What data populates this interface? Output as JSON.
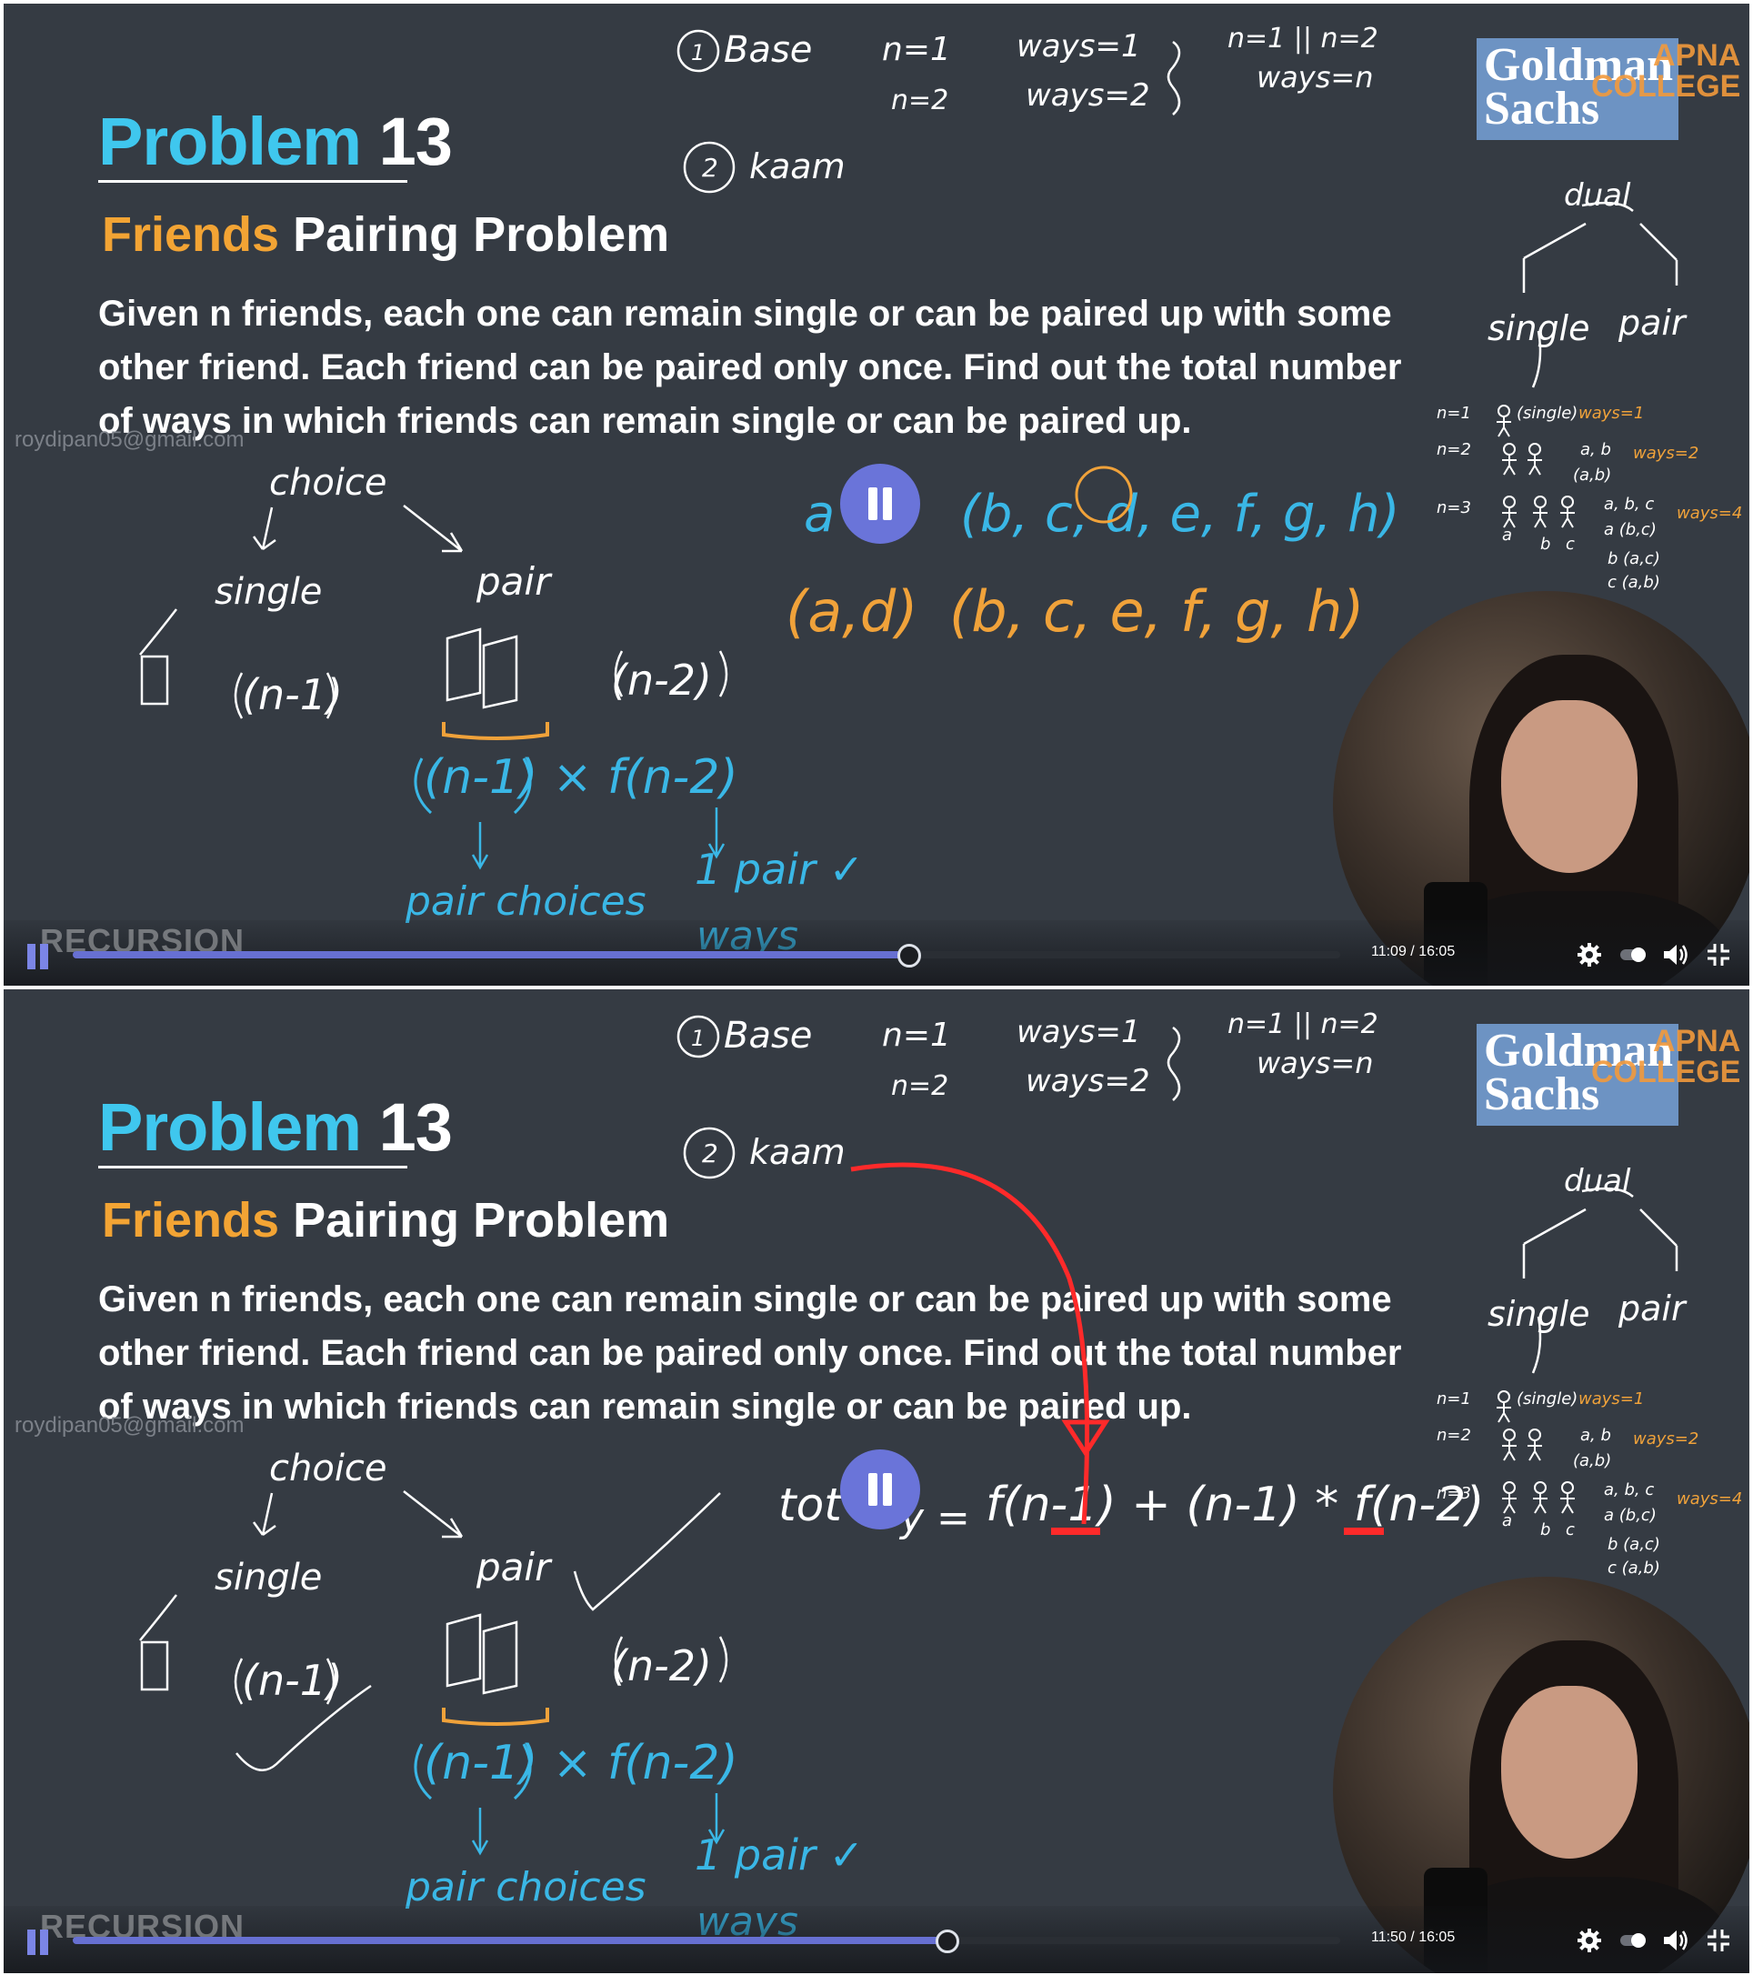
{
  "frames": [
    {
      "problem_label": "Problem",
      "problem_number": "13",
      "subtitle_accent": "Friends",
      "subtitle_rest": "Pairing Problem",
      "description": "Given n friends, each one can remain single or can be paired up with some other friend. Each friend can be paired only once. Find out the total number of ways in which friends can remain single or can be paired up.",
      "watermark": "roydipan05@gmail.com",
      "logo": {
        "line1": "Goldman\nSachs",
        "overlay": "APNA\nCOLLEGE"
      },
      "section_label": "RECURSION",
      "time": "11:09 / 16:05",
      "progress": 0.66,
      "notes": {
        "base": "Base",
        "base_num": "1",
        "kaam_num": "2",
        "kaam": "kaam",
        "n1": "n=1",
        "n2": "n=2",
        "ways1": "ways=1",
        "ways2": "ways=2",
        "n1n2": "n=1 || n=2",
        "waysn": "ways=n",
        "choice": "choice",
        "single": "single",
        "pair": "pair",
        "n_minus_1": "(n-1)",
        "n_minus_2": "(n-2)",
        "times_expr": "(n-1) × f(n-2)",
        "pair_choices": "pair choices",
        "one_pair": "1 pair ✓",
        "ways": "ways",
        "right_dual": "dual",
        "right_single": "single",
        "right_pair": "pair",
        "mini_n1": "n=1",
        "mini_n2": "n=2",
        "mini_n3": "n=3",
        "mini_single": "(single)",
        "mini_ways1": "ways=1",
        "mini_ways2": "ways=2",
        "mini_ways4": "ways=4",
        "mini_ab": "a, b",
        "mini_ab_pair": "(a,b)",
        "mini_abc": "a, b, c",
        "mini_a_bc": "a (b,c)",
        "mini_b_ac": "b (a,c)",
        "mini_c_ab": "c (a,b)",
        "mini_labels_a": "a",
        "mini_labels_b": "b",
        "mini_labels_c": "c",
        "seq_blue_a": "a",
        "seq_blue": "(b, c, d, e, f, g, h)",
        "seq_orange_pair": "(a,d)",
        "seq_orange": "(b, c, e, f, g, h)"
      }
    },
    {
      "problem_label": "Problem",
      "problem_number": "13",
      "subtitle_accent": "Friends",
      "subtitle_rest": "Pairing Problem",
      "description": "Given n friends, each one can remain single or can be paired up with some other friend. Each friend can be paired only once. Find out the total number of ways in which friends can remain single or can be paired up.",
      "watermark": "roydipan05@gmail.com",
      "logo": {
        "line1": "Goldman\nSachs",
        "overlay": "APNA\nCOLLEGE"
      },
      "section_label": "RECURSION",
      "time": "11:50 / 16:05",
      "progress": 0.69,
      "notes": {
        "base": "Base",
        "base_num": "1",
        "kaam_num": "2",
        "kaam": "kaam",
        "n1": "n=1",
        "n2": "n=2",
        "ways1": "ways=1",
        "ways2": "ways=2",
        "n1n2": "n=1 || n=2",
        "waysn": "ways=n",
        "choice": "choice",
        "single": "single",
        "pair": "pair",
        "n_minus_1": "(n-1)",
        "n_minus_2": "(n-2)",
        "times_expr": "(n-1) × f(n-2)",
        "pair_choices": "pair choices",
        "one_pair": "1 pair ✓",
        "ways": "ways",
        "right_dual": "dual",
        "right_single": "single",
        "right_pair": "pair",
        "mini_n1": "n=1",
        "mini_n2": "n=2",
        "mini_n3": "n=3",
        "mini_single": "(single)",
        "mini_ways1": "ways=1",
        "mini_ways2": "ways=2",
        "mini_ways4": "ways=4",
        "mini_ab": "a, b",
        "mini_ab_pair": "(a,b)",
        "mini_abc": "a, b, c",
        "mini_a_bc": "a (b,c)",
        "mini_b_ac": "b (a,c)",
        "mini_c_ab": "c (a,b)",
        "mini_labels_a": "a",
        "mini_labels_b": "b",
        "mini_labels_c": "c",
        "formula_prefix": "tot",
        "formula_suffix": "y =",
        "formula": "f(n-1) + (n-1) * f(n-2)"
      }
    }
  ],
  "colors": {
    "background": "#353b43",
    "title_accent": "#3fc7ee",
    "subtitle_accent": "#f3a434",
    "ink_white": "#ffffff",
    "ink_blue": "#3ab7e6",
    "ink_orange": "#f0a23a",
    "ink_red": "#ff2a2a",
    "progress": "#6770d2",
    "logo_bg": "#6d93c3"
  },
  "icons": [
    "pause-icon",
    "settings-gear-icon",
    "autoplay-toggle-icon",
    "volume-icon",
    "exit-fullscreen-icon"
  ]
}
